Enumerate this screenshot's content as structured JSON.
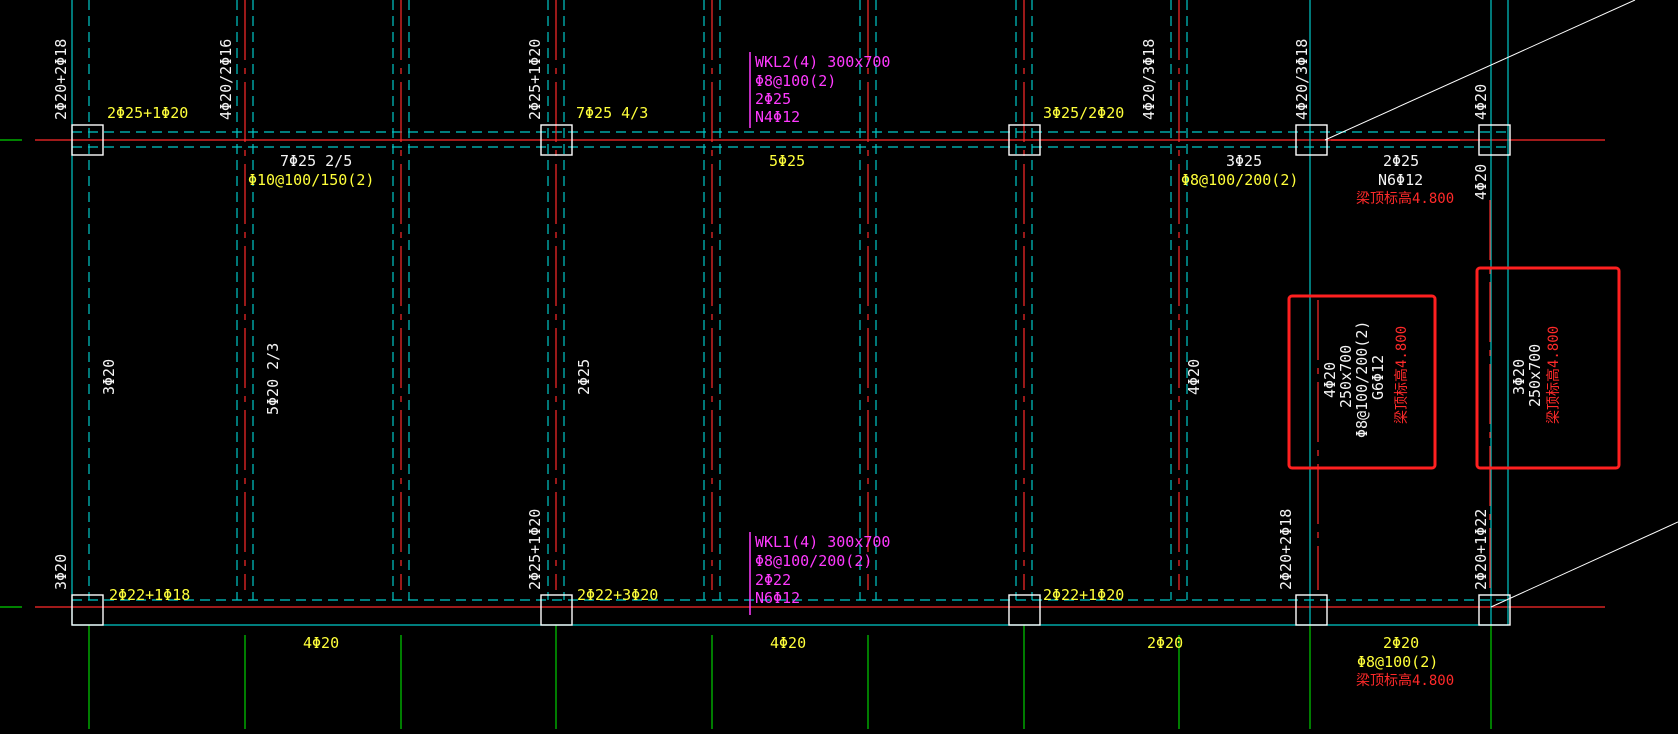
{
  "colors": {
    "background": "#000000",
    "beam_edge": "#00c8c8",
    "beam_dash": "#3fb9c9",
    "axis_red": "#ff2a2a",
    "grid_green": "#00d000",
    "text_yellow": "#ffff3a",
    "text_white": "#f4f4f4",
    "text_magenta": "#ff3aff",
    "highlight_box": "#ff2020",
    "column": "#ffffff"
  },
  "labels": {
    "top_left_vertical": "2Φ20+2Φ18",
    "top_span1": "2Φ25+1Φ20",
    "top_col2_vertical": "4Φ20/2Φ16",
    "top_span1_mid": "7Φ25 2/5",
    "top_span1_stirrup": "Φ10@100/150(2)",
    "top_col3_vertical": "2Φ25+1Φ20",
    "top_span2": "7Φ25 4/3",
    "wkl2": {
      "name": "WKL2(4) 300x700",
      "stirrup": "Φ8@100(2)",
      "top": "2Φ25",
      "side": "N4Φ12"
    },
    "top_span2_mid": "5Φ25",
    "top_span3": "3Φ25/2Φ20",
    "top_col4_vertical": "4Φ20/3Φ18",
    "top_span3_mid": "3Φ25",
    "top_span3_stirrup": "Φ8@100/200(2)",
    "top_col5_vertical": "4Φ20/3Φ18",
    "top_col6_vertical": "4Φ20",
    "top_span4_top": "2Φ25",
    "top_span4_side": "N6Φ12",
    "top_span4_elev": "梁顶标高4.800",
    "right_col_vertical": "4Φ20",
    "left_span_vertical": "3Φ20",
    "mid1_vertical": "5Φ20 2/3",
    "mid2_vertical": "2Φ25",
    "mid3_vertical": "4Φ20",
    "box1": {
      "l1": "4Φ20",
      "l2": "250x700",
      "l3": "Φ8@100/200(2)",
      "l4": "G6Φ12",
      "l5": "梁顶标高4.800"
    },
    "box2": {
      "l1": "3Φ20",
      "l2": "250x700",
      "l3": "梁顶标高4.800"
    },
    "bot_left_vertical": "3Φ20",
    "bot_span1": "2Φ22+1Φ18",
    "bot_col3_vertical": "2Φ25+1Φ20",
    "bot_span2": "2Φ22+3Φ20",
    "wkl1": {
      "name": "WKL1(4) 300x700",
      "stirrup": "Φ8@100/200(2)",
      "top": "2Φ22",
      "side": "N6Φ12"
    },
    "bot_span3": "2Φ22+1Φ20",
    "bot_col5_vertical": "2Φ20+2Φ18",
    "bot_col6_vertical": "2Φ20+1Φ22",
    "bottom_span1": "4Φ20",
    "bottom_span2": "4Φ20",
    "bottom_span3": "2Φ20",
    "bottom_span4_a": "2Φ20",
    "bottom_span4_b": "Φ8@100(2)",
    "bottom_span4_elev": "梁顶标高4.800"
  }
}
